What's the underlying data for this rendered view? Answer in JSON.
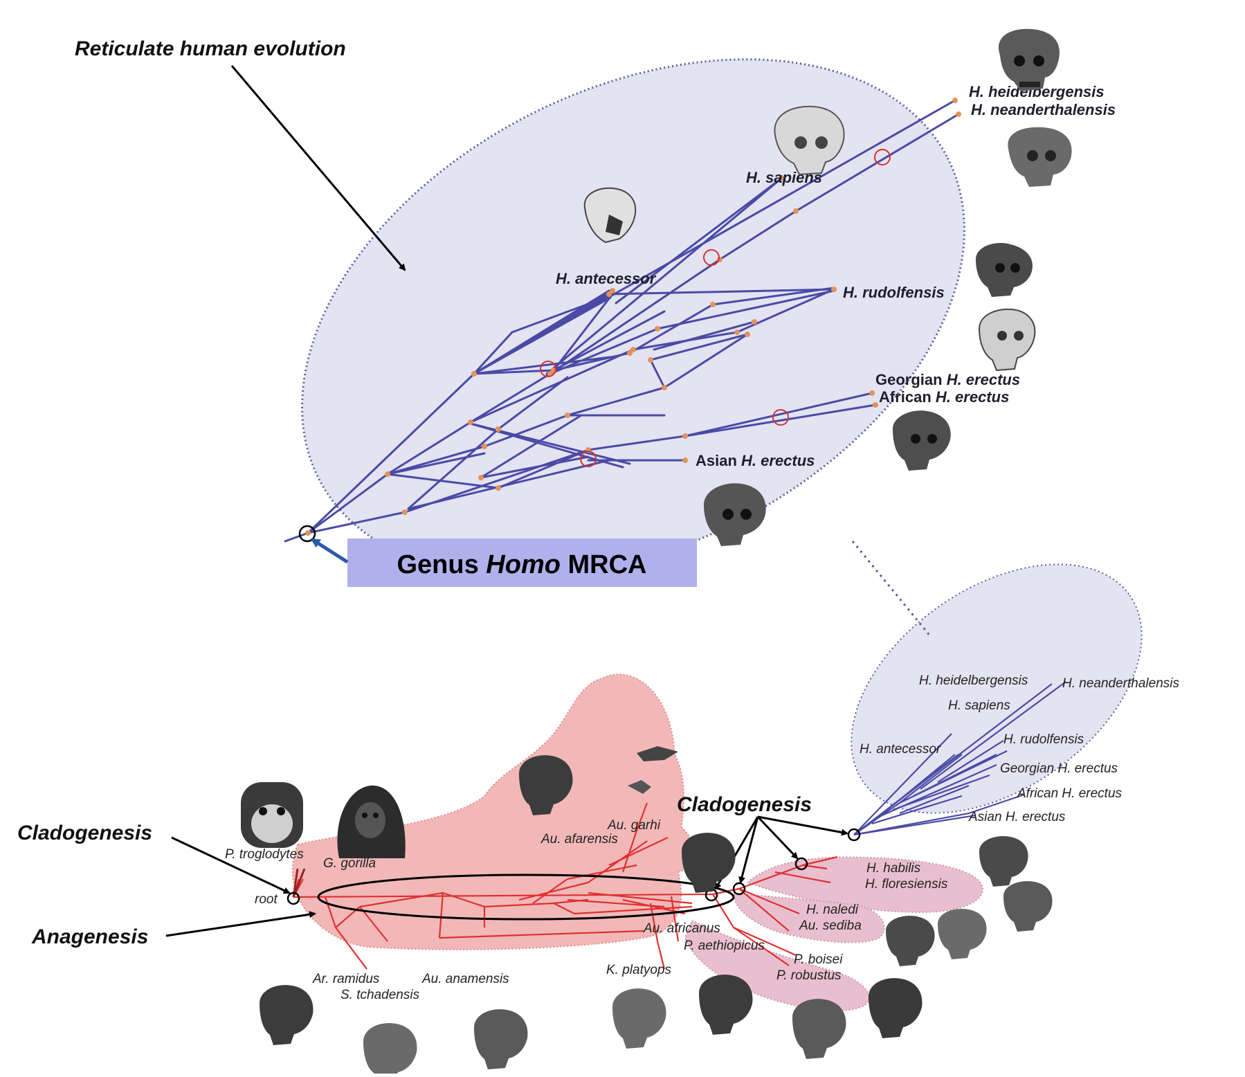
{
  "titles": {
    "reticulate": "Reticulate human evolution",
    "cladogenesis_left": "Cladogenesis",
    "anagenesis": "Anagenesis",
    "cladogenesis_mid": "Cladogenesis"
  },
  "mrca_box": {
    "prefix": "Genus ",
    "genus": "Homo",
    "suffix": " MRCA"
  },
  "top_labels": {
    "heidelbergensis": "H. heidelbergensis",
    "neanderthalensis": "H. neanderthalensis",
    "sapiens": "H. sapiens",
    "antecessor": "H. antecessor",
    "rudolfensis": "H. rudolfensis",
    "georgian_prefix": "Georgian ",
    "georgian_species": "H. erectus",
    "african_prefix": "African ",
    "african_species": "H. erectus",
    "asian_prefix": "Asian ",
    "asian_species": "H. erectus"
  },
  "small_homo_labels": {
    "heidelbergensis": "H. heidelbergensis",
    "neanderthalensis": "H. neanderthalensis",
    "sapiens": "H. sapiens",
    "antecessor": "H. antecessor",
    "rudolfensis": "H. rudolfensis",
    "georgian_prefix": "Georgian ",
    "georgian_species": "H. erectus",
    "african_prefix": "African ",
    "african_species": "H. erectus",
    "asian_prefix": "Asian ",
    "asian_species": "H. erectus"
  },
  "tree_labels": {
    "root": "root",
    "troglodytes": "P. troglodytes",
    "gorilla": "G. gorilla",
    "garhi": "Au. garhi",
    "afarensis": "Au. afarensis",
    "africanus": "Au. africanus",
    "aethiopicus": "P. aethiopicus",
    "platyops": "K. platyops",
    "ramidus": "Ar. ramidus",
    "tchadensis": "S. tchadensis",
    "anamensis": "Au. anamensis",
    "habilis": "H. habilis",
    "floresiensis": "H. floresiensis",
    "naledi": "H. naledi",
    "sediba": "Au. sediba",
    "boisei": "P. boisei",
    "robustus": "P. robustus"
  },
  "colors": {
    "network_line": "#4a4aa6",
    "network_node": "#e3935a",
    "ellipse_fill": "#e3e3f2",
    "ellipse_border": "#5a5a9e",
    "mrca_box_fill": "#b0b0ec",
    "tree_line": "#e03030",
    "red_region_fill": "#f2b8b8",
    "pink_region_fill": "#e9bfcf",
    "hybrid_circle": "#d83030"
  },
  "icons": [
    "skull-icon",
    "chimpanzee-icon",
    "gorilla-icon"
  ]
}
